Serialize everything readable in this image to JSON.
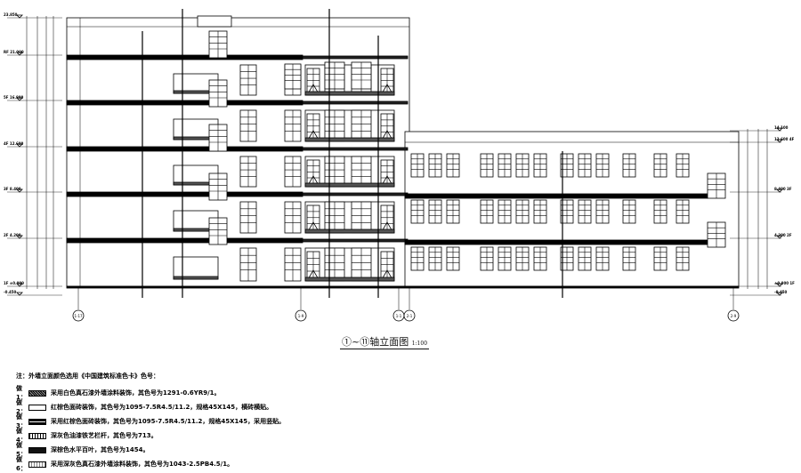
{
  "drawing": {
    "title": "①~⑪轴立面图",
    "scale": "1:100",
    "levels_left": [
      {
        "name": "",
        "elev": "23.850"
      },
      {
        "name": "RF",
        "elev": "21.000"
      },
      {
        "name": "5F",
        "elev": "16.800"
      },
      {
        "name": "4F",
        "elev": "12.600"
      },
      {
        "name": "3F",
        "elev": "8.400"
      },
      {
        "name": "2F",
        "elev": "4.200"
      },
      {
        "name": "1F",
        "elev": "±0.000"
      },
      {
        "name": "",
        "elev": "-0.450"
      }
    ],
    "levels_right": [
      {
        "name": "",
        "elev": "14.100"
      },
      {
        "name": "4F",
        "elev": "12.600"
      },
      {
        "name": "3F",
        "elev": "8.400"
      },
      {
        "name": "2F",
        "elev": "4.200"
      },
      {
        "name": "1F",
        "elev": "±0.000"
      },
      {
        "name": "",
        "elev": "-0.450"
      }
    ],
    "axes": [
      "1-17",
      "1-9",
      "1-1",
      "2-1",
      "2-9"
    ]
  },
  "legend": {
    "note": "注：外墙立面颜色选用《中国建筑标准色卡》色号：",
    "items": [
      {
        "label": "做1：",
        "text": "采用白色真石漆外墙涂料装饰，其色号为1291-0.6YR9/1。"
      },
      {
        "label": "做2：",
        "text": "红棕色面砖装饰，其色号为1095-7.5R4.5/11.2，规格45X145，横砖横贴。"
      },
      {
        "label": "做3：",
        "text": "采用红棕色面砖装饰，其色号为1095-7.5R4.5/11.2，规格45X145，采用竖贴。"
      },
      {
        "label": "做4：",
        "text": "深灰色油漆铁艺栏杆，其色号为713。"
      },
      {
        "label": "做5：",
        "text": "深棕色水平百叶，其色号为1454。"
      },
      {
        "label": "做6：",
        "text": "采用深灰色真石漆外墙涂料装饰，其色号为1043-2.5PB4.5/1。"
      }
    ]
  }
}
